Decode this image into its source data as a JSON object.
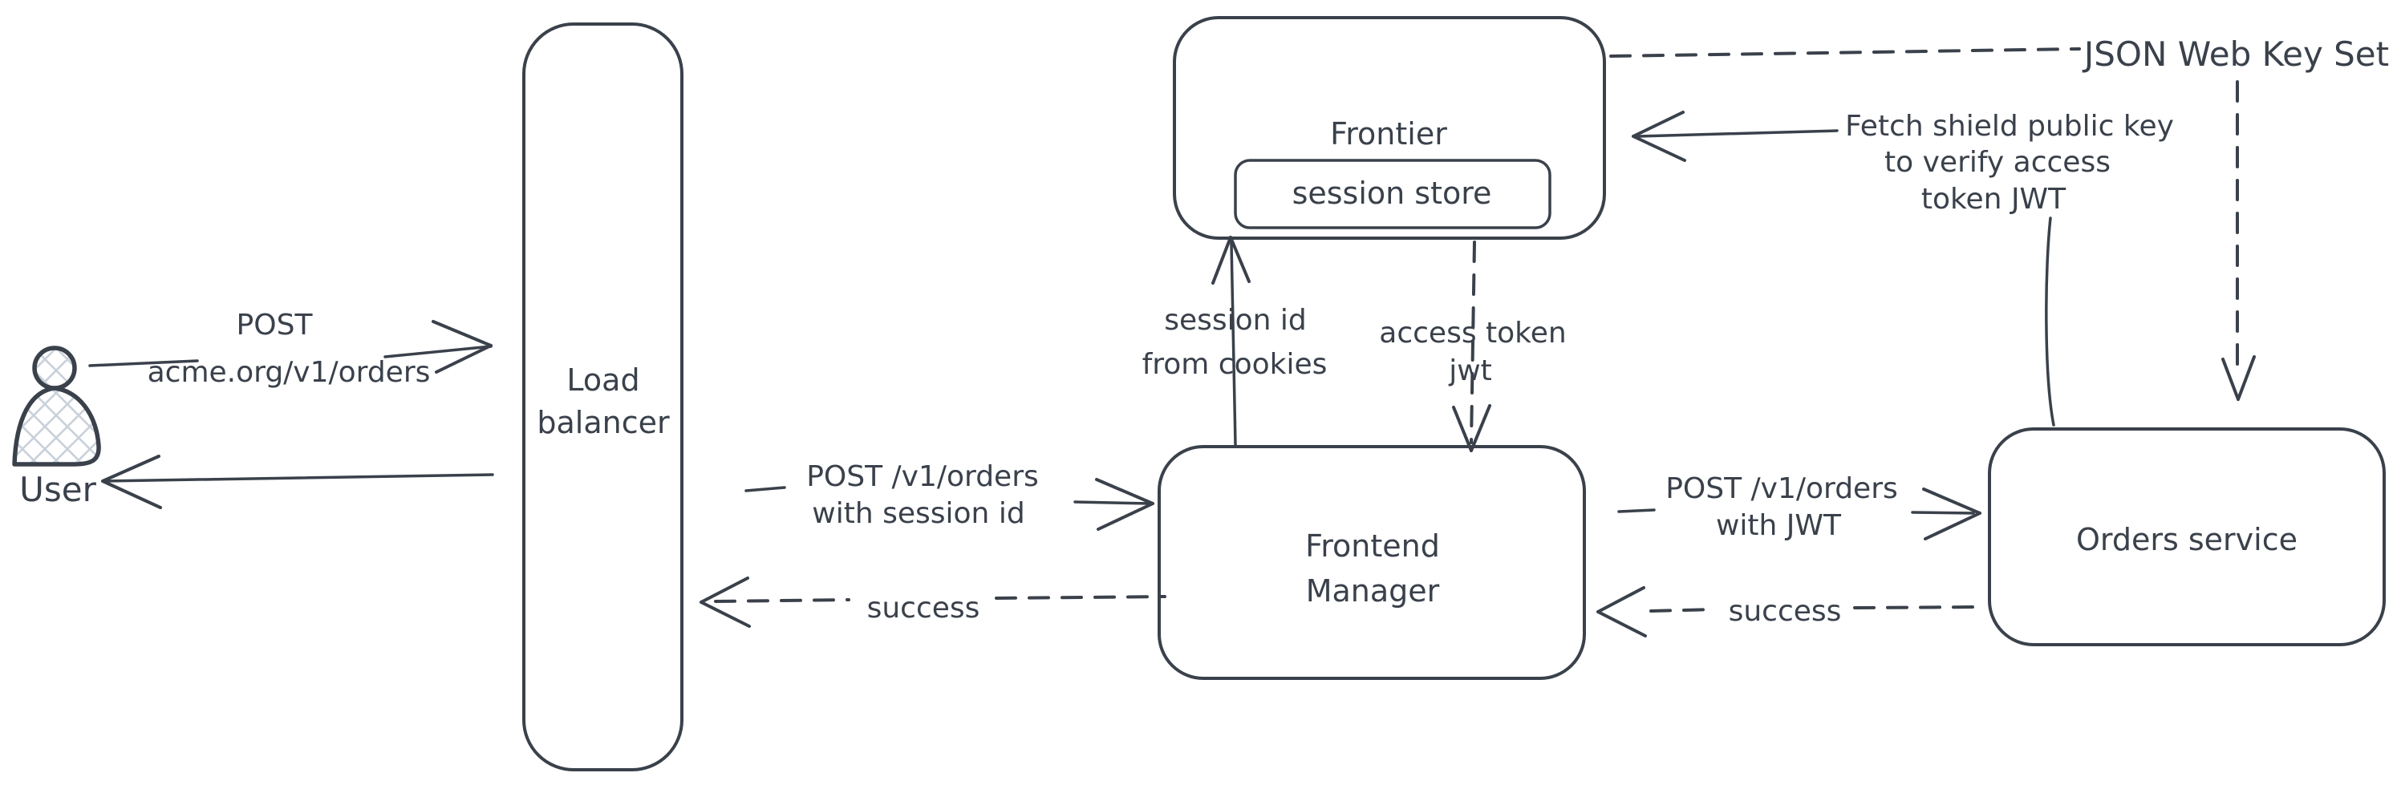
{
  "diagram": {
    "title": "Auth flow architecture sketch",
    "colors": {
      "ink": "#3a414b",
      "hatch_fill": "#c9d1da",
      "background": "#ffffff"
    },
    "nodes": {
      "user": {
        "label": "User"
      },
      "load_balancer": {
        "line1": "Load",
        "line2": "balancer"
      },
      "frontier": {
        "label": "Frontier",
        "store_label": "session store"
      },
      "frontend_manager": {
        "line1": "Frontend",
        "line2": "Manager"
      },
      "orders_service": {
        "label": "Orders service"
      },
      "jwks": {
        "label": "JSON Web Key Set"
      }
    },
    "labels": {
      "post_root_line1": "POST",
      "post_root_line2": "acme.org/v1/orders",
      "post_session_line1": "POST /v1/orders",
      "post_session_line2": "with session id",
      "success_left": "success",
      "session_cookies_line1": "session id",
      "session_cookies_line2": "from cookies",
      "access_token_line1": "access token",
      "access_token_line2": "jwt",
      "post_jwt_line1": "POST /v1/orders",
      "post_jwt_line2": "with JWT",
      "success_right": "success",
      "fetch_key_line1": "Fetch shield public key",
      "fetch_key_line2": "to verify access",
      "fetch_key_line3": "token JWT"
    }
  }
}
